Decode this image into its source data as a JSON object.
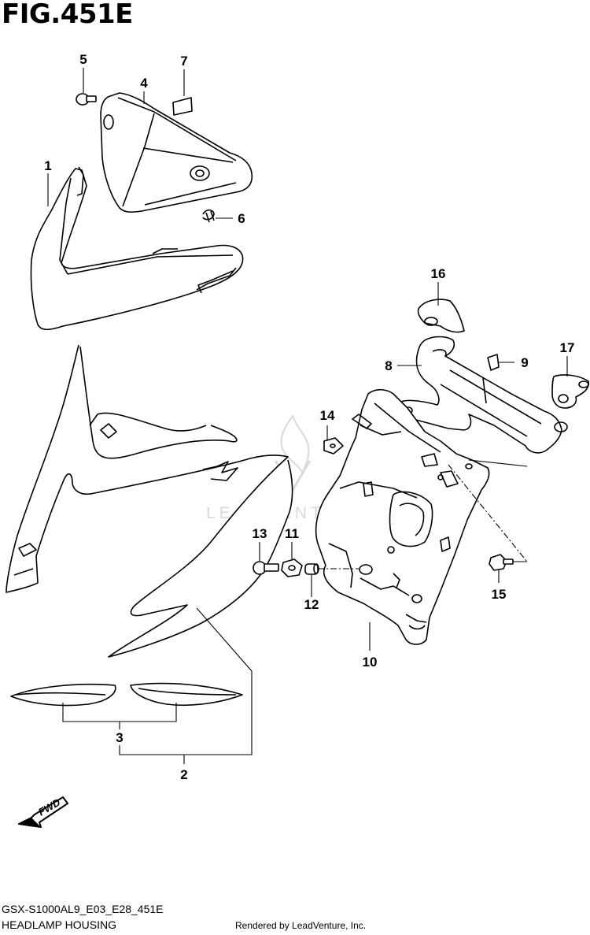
{
  "figure": {
    "title": "FIG.451E",
    "model_code": "GSX-S1000AL9_E03_E28_451E",
    "section_name": "HEADLAMP HOUSING",
    "credit": "Rendered by LeadVenture, Inc.",
    "watermark": "LEADVENTURE",
    "fwd_label": "FWD"
  },
  "callouts": [
    {
      "id": "1",
      "label": "1"
    },
    {
      "id": "2",
      "label": "2"
    },
    {
      "id": "3",
      "label": "3"
    },
    {
      "id": "4",
      "label": "4"
    },
    {
      "id": "5",
      "label": "5"
    },
    {
      "id": "6",
      "label": "6"
    },
    {
      "id": "7",
      "label": "7"
    },
    {
      "id": "8",
      "label": "8"
    },
    {
      "id": "9",
      "label": "9"
    },
    {
      "id": "10",
      "label": "10"
    },
    {
      "id": "11",
      "label": "11"
    },
    {
      "id": "12",
      "label": "12"
    },
    {
      "id": "13",
      "label": "13"
    },
    {
      "id": "14",
      "label": "14"
    },
    {
      "id": "15",
      "label": "15"
    },
    {
      "id": "16",
      "label": "16"
    },
    {
      "id": "17",
      "label": "17"
    }
  ],
  "colors": {
    "line": "#000000",
    "background": "#ffffff",
    "watermark": "#d6d6d6"
  }
}
